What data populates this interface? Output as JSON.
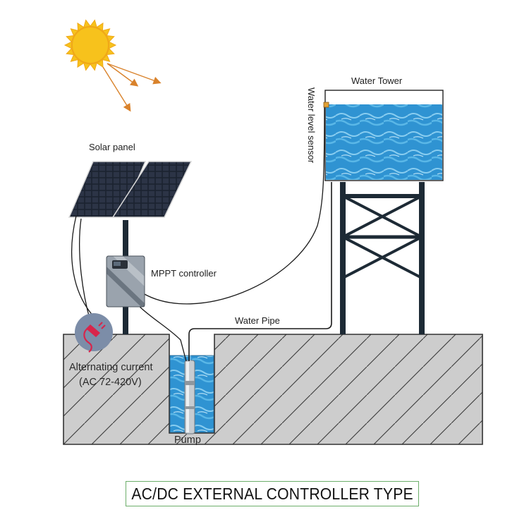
{
  "labels": {
    "solar_panel": "Solar panel",
    "mppt_controller": "MPPT controller",
    "water_tower": "Water Tower",
    "water_level_sensor": "Water level sensor",
    "water_pipe": "Water Pipe",
    "alternating_current": "Alternating current",
    "ac_range": "(AC 72-420V)",
    "pump": "Pump"
  },
  "title": "AC/DC EXTERNAL CONTROLLER TYPE",
  "colors": {
    "sun": "#f7c21c",
    "ground_fill": "#cdcdcd",
    "structure": "#1d2a35",
    "water": "#3aa0d8",
    "plug_circle": "#7c8da8",
    "plug_cable": "#d8254b",
    "title_border": "#6cae6a"
  },
  "icons": [
    "sun-icon",
    "solar-panel-icon",
    "mppt-controller-icon",
    "plug-icon",
    "pump-icon",
    "water-level-sensor-icon",
    "arrow-icon"
  ]
}
